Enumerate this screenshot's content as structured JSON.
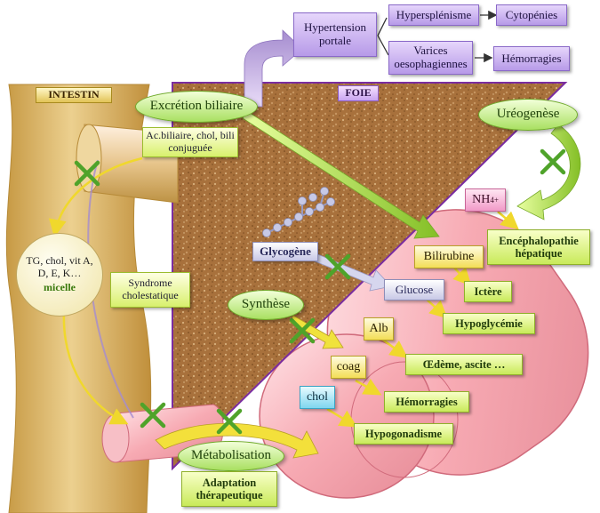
{
  "intestin": "INTESTIN",
  "foie": "FOIE",
  "boxes": {
    "hypertension": "Hypertension portale",
    "hypersplenisme": "Hypersplénisme",
    "cytopenies": "Cytopénies",
    "varices": "Varices oesophagiennes",
    "hemorragies_top": "Hémorragies",
    "excretion": "Excrétion biliaire",
    "acides": "Ac.biliaire, chol, bili conjuguée",
    "ureogenese": "Uréogenèse",
    "nh4": "NH",
    "nh4_sub": "4",
    "nh4_sup": "+",
    "encephalopathie": "Encéphalopathie hépatique",
    "tg": "TG, chol, vit A, D, E, K…",
    "micelle": "micelle",
    "glycogene": "Glycogène",
    "glucose": "Glucose",
    "bilirubine": "Bilirubine",
    "ictere": "Ictère",
    "hypoglycemie": "Hypoglycémie",
    "syndrome": "Syndrome cholestatique",
    "synthese": "Synthèse",
    "alb": "Alb",
    "oedeme": "Œdème, ascite …",
    "coag": "coag",
    "hemorragies": "Hémorragies",
    "chol": "chol",
    "hypogonadisme": "Hypogonadisme",
    "metabolisation": "Métabolisation",
    "adaptation": "Adaptation thérapeutique"
  },
  "colors": {
    "intestin": "#d9b466",
    "liver_border": "#7a2da0",
    "liver_fill": "#a8713c",
    "vessel": "#f6b6bd",
    "arrow_green": "#9fcf3e",
    "arrow_yellow": "#f3e03b",
    "arrow_purple": "#a58ccf"
  },
  "icons": [
    "blocked-cross-icon",
    "glycogen-chain-icon"
  ]
}
